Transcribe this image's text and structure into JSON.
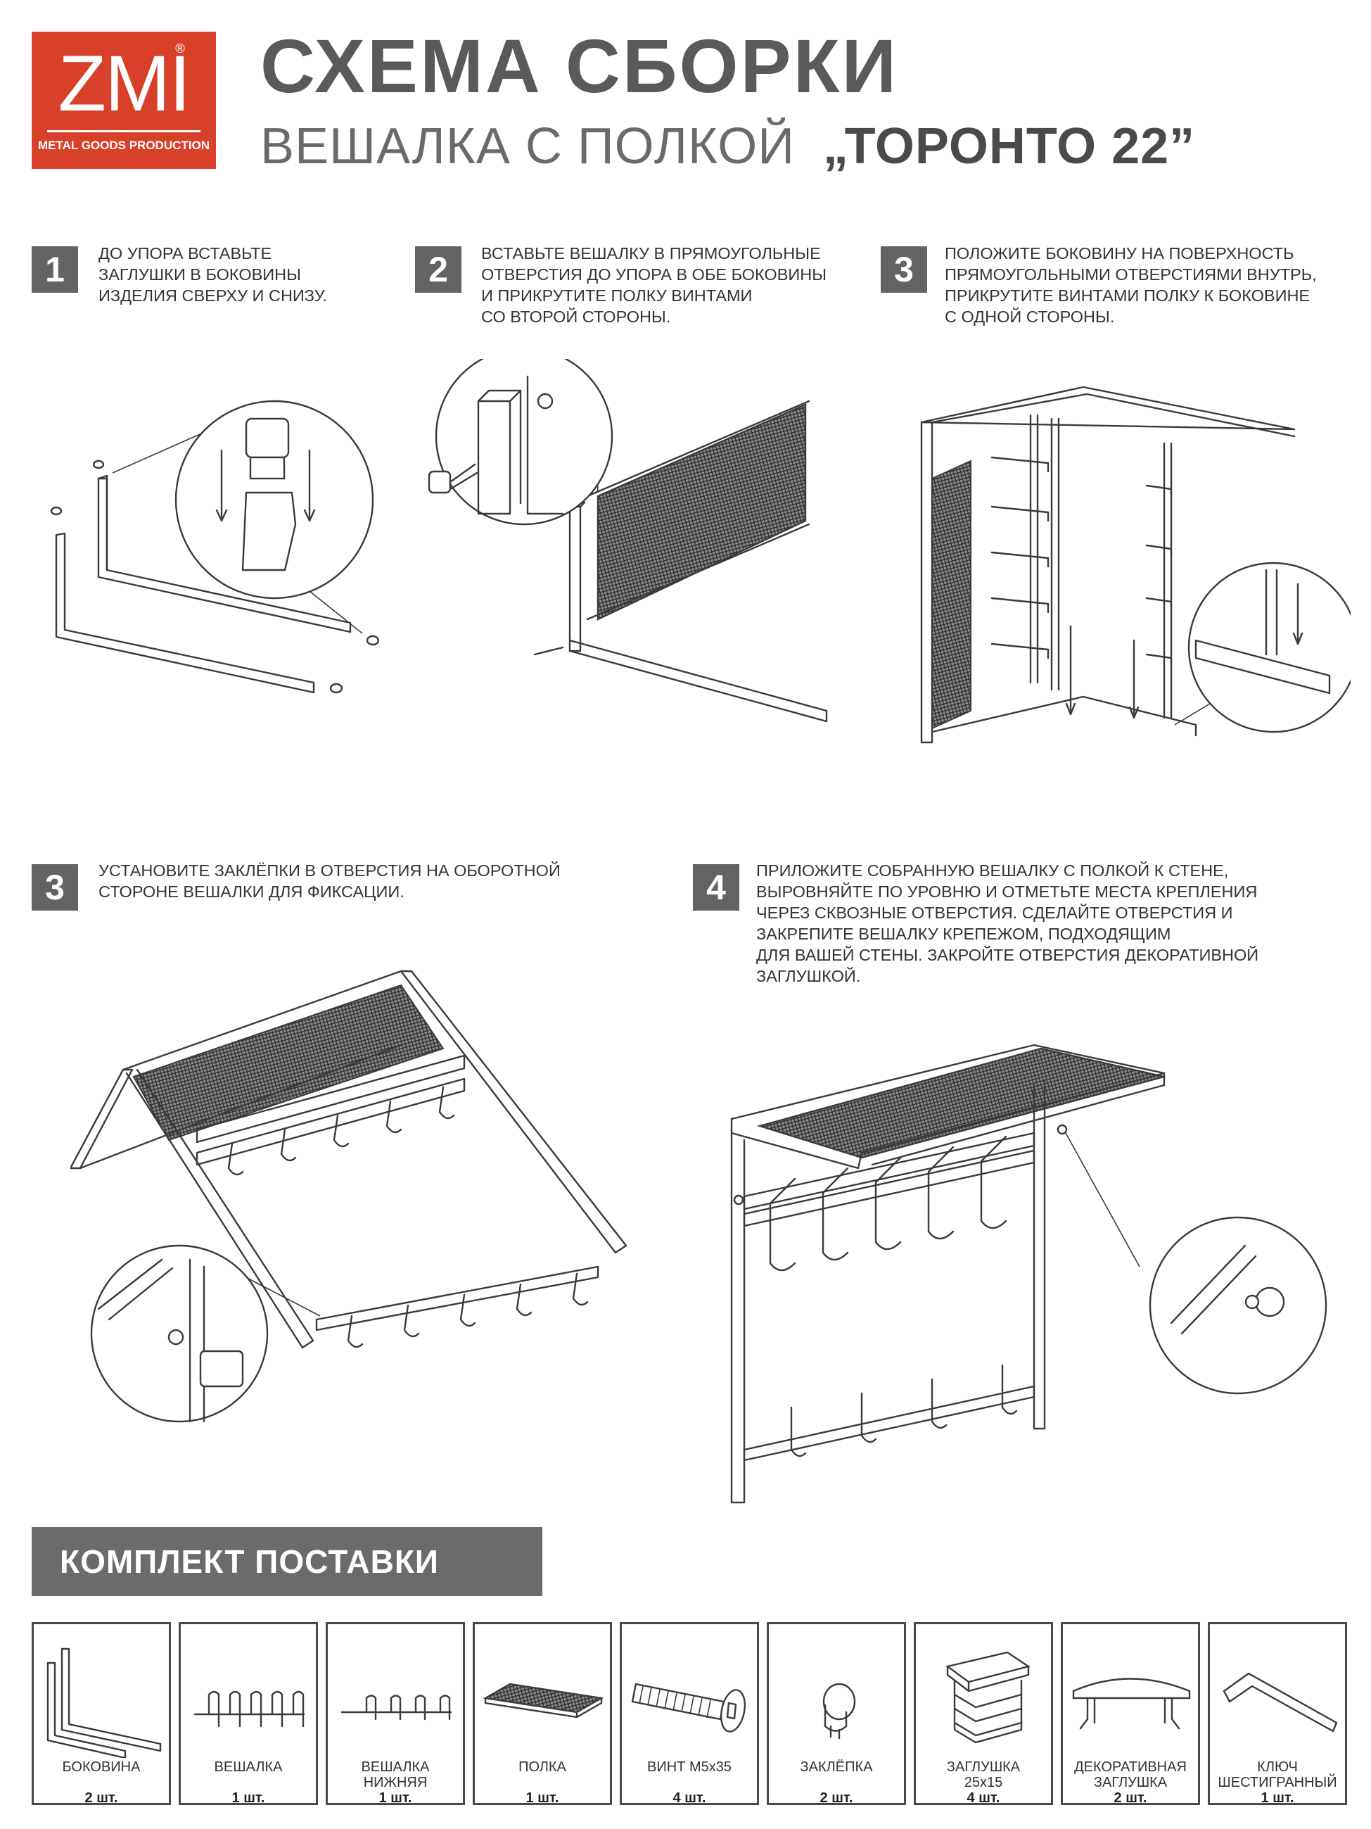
{
  "brand": {
    "logo": "ZMI",
    "registered": "®",
    "tagline": "METAL GOODS PRODUCTION",
    "color": "#d8402a"
  },
  "title": {
    "main": "СХЕМА СБОРКИ",
    "subtitle": "ВЕШАЛКА С ПОЛКОЙ",
    "model": "„ТОРОНТО 22”"
  },
  "steps": [
    {
      "number": "1",
      "text": "ДО УПОРА ВСТАВЬТЕ\nЗАГЛУШКИ В БОКОВИНЫ\nИЗДЕЛИЯ СВЕРХУ И СНИЗУ."
    },
    {
      "number": "2",
      "text": "ВСТАВЬТЕ  ВЕШАЛКУ В ПРЯМОУГОЛЬНЫЕ\nОТВЕРСТИЯ ДО УПОРА В ОБЕ БОКОВИНЫ\nИ ПРИКРУТИТЕ ПОЛКУ ВИНТАМИ\nСО ВТОРОЙ СТОРОНЫ."
    },
    {
      "number": "3",
      "text": "ПОЛОЖИТЕ БОКОВИНУ НА ПОВЕРХНОСТЬ\nПРЯМОУГОЛЬНЫМИ ОТВЕРСТИЯМИ ВНУТРЬ,\nПРИКРУТИТЕ ВИНТАМИ ПОЛКУ К БОКОВИНЕ\nС ОДНОЙ СТОРОНЫ."
    },
    {
      "number": "3",
      "text": "УСТАНОВИТЕ ЗАКЛЁПКИ В ОТВЕРСТИЯ НА ОБОРОТНОЙ\nСТОРОНЕ ВЕШАЛКИ ДЛЯ ФИКСАЦИИ."
    },
    {
      "number": "4",
      "text": "ПРИЛОЖИТЕ СОБРАННУЮ ВЕШАЛКУ С ПОЛКОЙ К СТЕНЕ,\nВЫРОВНЯЙТЕ ПО УРОВНЮ И ОТМЕТЬТЕ МЕСТА КРЕПЛЕНИЯ\nЧЕРЕЗ СКВОЗНЫЕ ОТВЕРСТИЯ.  СДЕЛАЙТЕ ОТВЕРСТИЯ И\nЗАКРЕПИТЕ ВЕШАЛКУ КРЕПЕЖОМ, ПОДХОДЯЩИМ\nДЛЯ ВАШЕЙ СТЕНЫ. ЗАКРОЙТЕ ОТВЕРСТИЯ ДЕКОРАТИВНОЙ\nЗАГЛУШКОЙ."
    }
  ],
  "kit": {
    "title": "КОМПЛЕКТ ПОСТАВКИ",
    "items": [
      {
        "name": "БОКОВИНА",
        "qty": "2 шт.",
        "icon": "side-frame-icon"
      },
      {
        "name": "ВЕШАЛКА",
        "qty": "1 шт.",
        "icon": "hanger-icon"
      },
      {
        "name": "ВЕШАЛКА\nНИЖНЯЯ",
        "qty": "1 шт.",
        "icon": "lower-hanger-icon"
      },
      {
        "name": "ПОЛКА",
        "qty": "1 шт.",
        "icon": "shelf-icon"
      },
      {
        "name": "ВИНТ М5х35",
        "qty": "4 шт.",
        "icon": "screw-icon"
      },
      {
        "name": "ЗАКЛЁПКА",
        "qty": "2 шт.",
        "icon": "rivet-icon"
      },
      {
        "name": "ЗАГЛУШКА\n25х15",
        "qty": "4 шт.",
        "icon": "end-cap-icon"
      },
      {
        "name": "ДЕКОРАТИВНАЯ\nЗАГЛУШКА",
        "qty": "2 шт.",
        "icon": "decorative-cap-icon"
      },
      {
        "name": "КЛЮЧ\nШЕСТИГРАННЫЙ",
        "qty": "1 шт.",
        "icon": "hex-key-icon"
      }
    ]
  }
}
